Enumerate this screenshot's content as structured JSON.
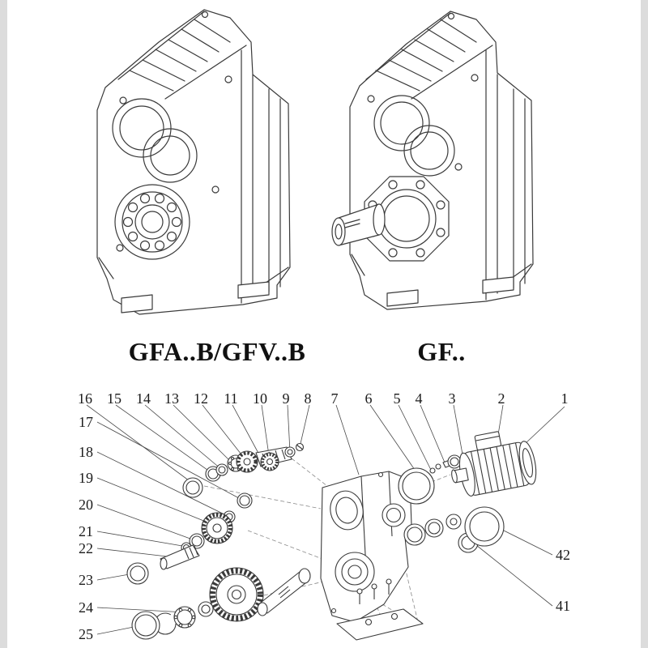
{
  "colors": {
    "ink": "#3a3a3a",
    "label_text": "#1b1b1b",
    "page_edge": "#dcdcdc",
    "background": "#ffffff"
  },
  "models": [
    {
      "id": "gfab-gfvb",
      "label": "GFA..B/GFV..B"
    },
    {
      "id": "gf",
      "label": "GF.."
    }
  ],
  "exploded_view": {
    "top_labels": [
      "16",
      "15",
      "14",
      "13",
      "12",
      "11",
      "10",
      "9",
      "8",
      "7",
      "6",
      "5",
      "4",
      "3",
      "2",
      "1"
    ],
    "left_labels": [
      "17",
      "18",
      "19",
      "20",
      "21",
      "22",
      "23",
      "24",
      "25"
    ],
    "right_labels": [
      "42",
      "41"
    ]
  }
}
